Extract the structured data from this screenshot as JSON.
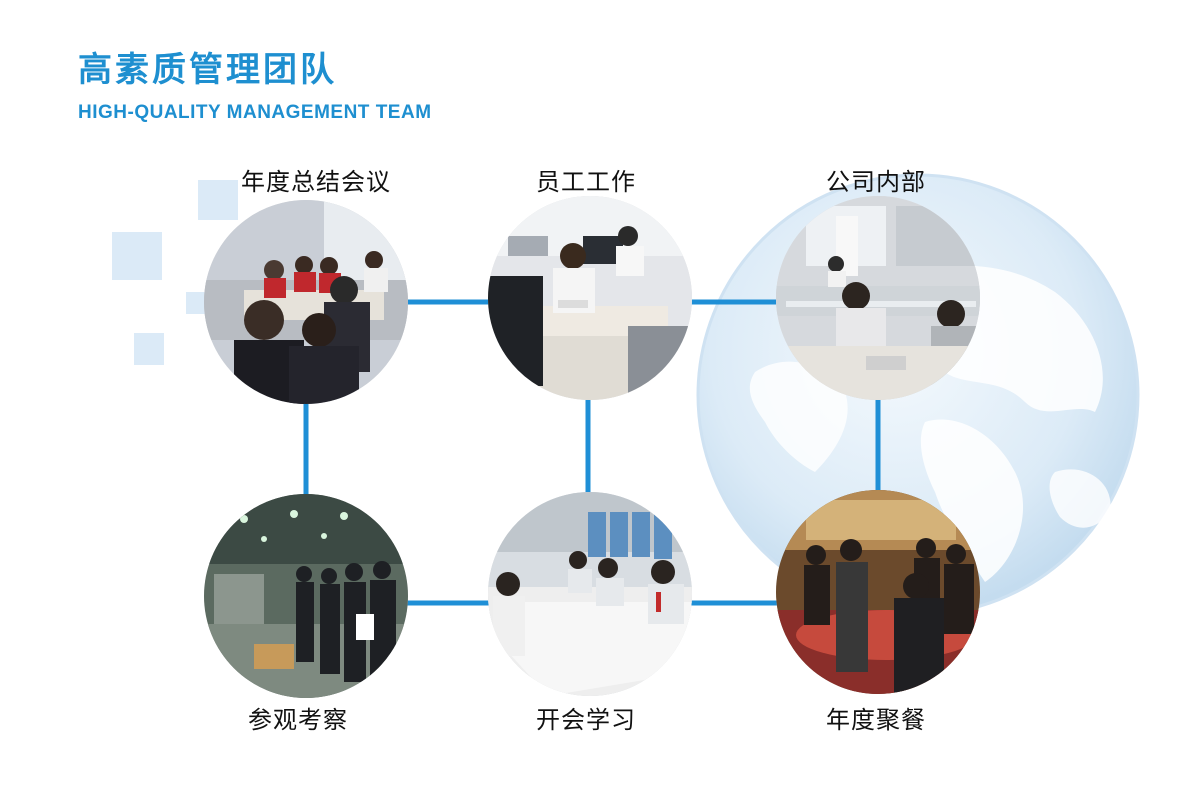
{
  "header": {
    "title_cn": "高素质管理团队",
    "title_en": "HIGH-QUALITY MANAGEMENT TEAM"
  },
  "photos": [
    {
      "label": "年度总结会议",
      "icon": "meeting-room-photo"
    },
    {
      "label": "员工工作",
      "icon": "office-work-photo"
    },
    {
      "label": "公司内部",
      "icon": "office-interior-photo"
    },
    {
      "label": "参观考察",
      "icon": "factory-visit-photo"
    },
    {
      "label": "开会学习",
      "icon": "study-meeting-photo"
    },
    {
      "label": "年度聚餐",
      "icon": "annual-dinner-photo"
    }
  ],
  "colors": {
    "accent": "#1e8fd0",
    "connector": "#1f8fd6",
    "deco": "#dbeaf7",
    "globe": "#d6e9f7"
  }
}
